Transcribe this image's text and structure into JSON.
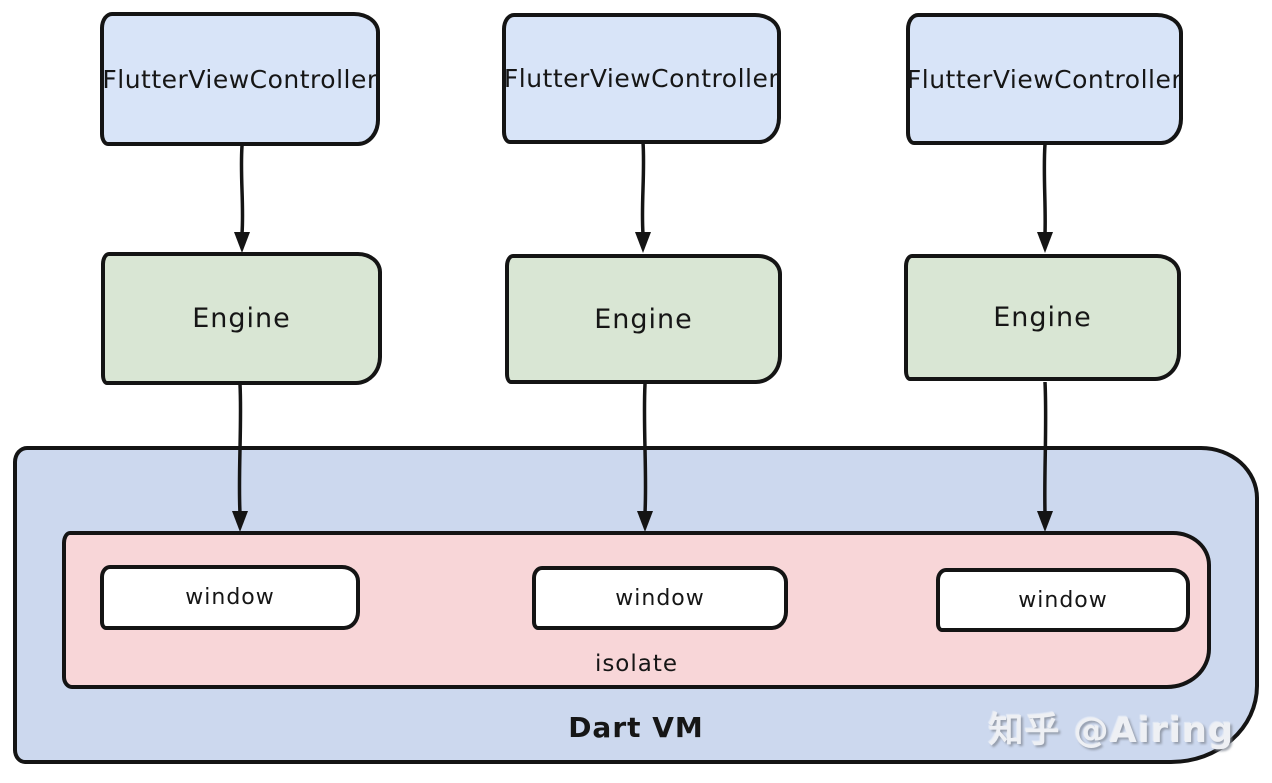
{
  "diagram": {
    "columns": [
      {
        "controller_label": "FlutterViewController",
        "engine_label": "Engine",
        "window_label": "window"
      },
      {
        "controller_label": "FlutterViewController",
        "engine_label": "Engine",
        "window_label": "window"
      },
      {
        "controller_label": "FlutterViewController",
        "engine_label": "Engine",
        "window_label": "window"
      }
    ],
    "isolate_label": "isolate",
    "vm_label": "Dart VM"
  },
  "watermark": {
    "text": "知乎 @Airing"
  },
  "colors": {
    "controller_fill": "#d8e4f8",
    "engine_fill": "#d9e6d4",
    "vm_fill": "#ccd8ee",
    "isolate_fill": "#f8d6d8",
    "window_fill": "#ffffff",
    "stroke": "#141414"
  }
}
